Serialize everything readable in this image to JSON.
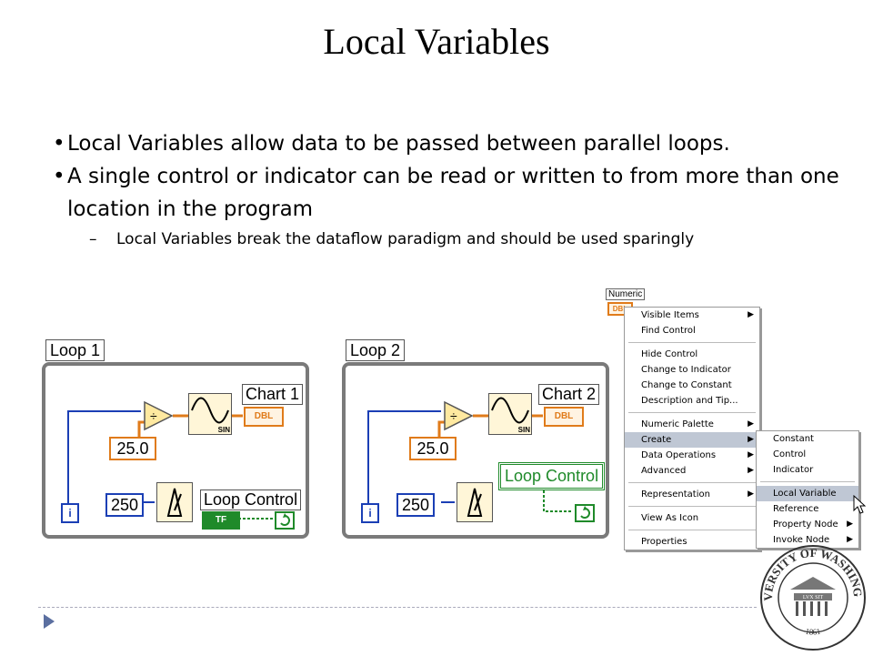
{
  "slide": {
    "title": "Local Variables",
    "bullets": [
      "Local Variables allow data to be passed between parallel loops.",
      "A single control or indicator can be read or written to from more than one location in the program"
    ],
    "sub_bullet": "Local Variables break the dataflow paradigm and should be used sparingly"
  },
  "loop1": {
    "label": "Loop 1",
    "constant": "25.0",
    "wait_value": "250",
    "chart_label": "Chart 1",
    "chart_type": "DBL",
    "control_label": "Loop Control",
    "control_type": "TF",
    "iteration": "i",
    "sin_label": "SIN"
  },
  "loop2": {
    "label": "Loop 2",
    "constant": "25.0",
    "wait_value": "250",
    "chart_label": "Chart 2",
    "chart_type": "DBL",
    "control_label": "Loop Control",
    "iteration": "i",
    "sin_label": "SIN"
  },
  "numeric": {
    "label": "Numeric",
    "type": "DBL"
  },
  "context_menu": {
    "items": [
      {
        "label": "Visible Items",
        "submenu": true
      },
      {
        "label": "Find Control",
        "submenu": false
      },
      {
        "sep": true
      },
      {
        "label": "Hide Control",
        "submenu": false
      },
      {
        "label": "Change to Indicator",
        "submenu": false
      },
      {
        "label": "Change to Constant",
        "submenu": false
      },
      {
        "label": "Description and Tip...",
        "submenu": false
      },
      {
        "sep": true
      },
      {
        "label": "Numeric Palette",
        "submenu": true
      },
      {
        "label": "Create",
        "submenu": true,
        "selected": true
      },
      {
        "label": "Data Operations",
        "submenu": true
      },
      {
        "label": "Advanced",
        "submenu": true
      },
      {
        "sep": true
      },
      {
        "label": "Representation",
        "submenu": true
      },
      {
        "sep": true
      },
      {
        "label": "View As Icon",
        "submenu": false
      },
      {
        "sep": true
      },
      {
        "label": "Properties",
        "submenu": false
      }
    ]
  },
  "create_submenu": {
    "items": [
      {
        "label": "Constant",
        "submenu": false
      },
      {
        "label": "Control",
        "submenu": false
      },
      {
        "label": "Indicator",
        "submenu": false
      },
      {
        "sep": true
      },
      {
        "label": "Local Variable",
        "submenu": false,
        "selected": true
      },
      {
        "label": "Reference",
        "submenu": false
      },
      {
        "label": "Property Node",
        "submenu": true
      },
      {
        "label": "Invoke Node",
        "submenu": true
      }
    ]
  },
  "seal": {
    "outer_text": "UNIVERSITY OF WASHINGTON",
    "motto": "LVX SIT",
    "year": "1861"
  },
  "colors": {
    "orange": "#e07b1a",
    "blue": "#1b3fb5",
    "green": "#1f8a2a",
    "frame": "#7a7a7a",
    "seal": "#333333"
  }
}
